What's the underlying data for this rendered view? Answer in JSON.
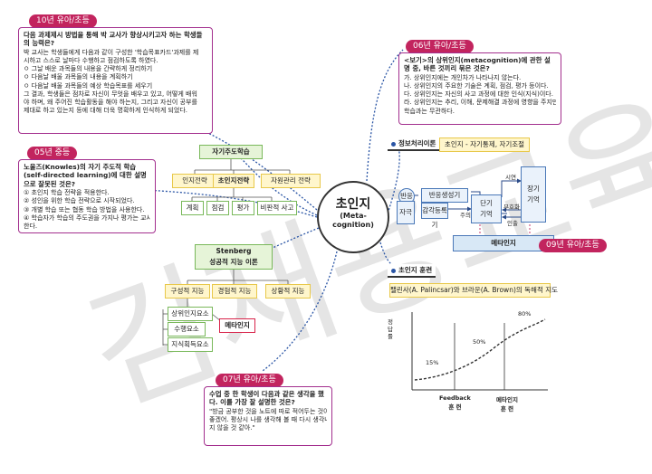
{
  "center": {
    "title": "초인지",
    "subtitle1": "(Meta-",
    "subtitle2": "cognition)"
  },
  "watermark": "김재용교육",
  "tags": {
    "t10": "10년 유아/초등",
    "t05": "05년 중등",
    "t07": "07년 유아/초등",
    "t06": "06년 유아/초등",
    "t09": "09년 유아/초등"
  },
  "q10": {
    "question": "다음 과제제시 방법을 통해 박 교사가 향상시키고자 하는 학생들의 능력은?",
    "lines": [
      "박 교사는 학생들에게 다음과 같이 구성한 '학습목표카드'과제를 제",
      "시하고 스스로 날마다 수행하고 점검하도록 하였다.",
      "ㅇ 그날 배운 과목들의 내용을 간략하게 정리하기",
      "ㅇ 다음날 배울 과목들의 내용을 계획하기",
      "ㅇ 다음날 배울 과목들의 예상 학습목표를 세우기",
      "그 결과, 학생들은 점차로 자신이 무엇을 배우고 있고, 어떻게 배워",
      "야 하며, 왜 주어진 학습활동을 해야 하는지, 그리고 자신이 공부를",
      "제대로 하고 있는지 등에 대해 더욱 명확하게 인식하게 되었다."
    ]
  },
  "q05": {
    "question": "노울즈(Knowles)의 자기 주도적 학습(self-directed learning)에 대한 설명으로 잘못된 것은?",
    "lines": [
      "① 초인지 학습 전략을 적용한다.",
      "② 성인을 위한 학습 전략으로 시작되었다.",
      "③ 개별 학습 또는 협동 학습 방법을 사용한다.",
      "④ 학습자가 학습의 주도권을 가지나 평가는 교사가",
      "   한다."
    ]
  },
  "q07": {
    "question": "수업 중 한 학생이 다음과 같은 생각을 했다. 이를 가장 잘 설명한 것은?",
    "lines": [
      "\"방금 공부한 것을 노트에 따로 적어두는 것이",
      "좋겠어. 평상시 나를 생각해 볼 때 다시 생각나",
      "지 않을 것 같아.\""
    ]
  },
  "q06": {
    "question": "<보기>의 상위인지(metacognition)에 관한 설명 중, 바른 것끼리 묶은 것은?",
    "lines": [
      "가. 상위인지에는 개인차가 나타나지 않는다.",
      "나. 상위인지의 주요한 기술은 계획, 점검, 평가 등이다.",
      "다. 상위인지는 자신의 사고 과정에 대한 인식(지식)이다.",
      "라. 상위인지는 추리, 이해, 문제해결 과정에 영향을 주지만,",
      "    학습과는 무관하다."
    ]
  },
  "self_directed": {
    "title": "자기주도학습",
    "items": [
      "인지전략",
      "초인지전략",
      "자원관리 전략"
    ],
    "sub": [
      "계획",
      "점검",
      "평가",
      "비판적 사고"
    ]
  },
  "sternberg": {
    "title1": "Stenberg",
    "title2": "성공적 지능 이론",
    "items": [
      "구성적 지능",
      "경험적 지능",
      "상황적 지능"
    ],
    "sub": [
      "상위인지요소",
      "수행요소",
      "지식획득요소"
    ],
    "meta": "메타인지"
  },
  "info": {
    "title": "정보처리이론",
    "label": "초인지 - 자기통제, 자기조절",
    "boxes": {
      "response": "반응",
      "resp_gen": "반응생성기",
      "stimulus": "자극",
      "sensory": "감각등록기",
      "short1": "단기",
      "short2": "기억",
      "long1": "장기",
      "long2": "기억",
      "meta": "메타인지"
    },
    "arrows": {
      "attention": "주의",
      "rehearsal": "시연",
      "encoding": "부호화",
      "retrieval": "인출"
    }
  },
  "training": {
    "title": "초인지 훈련",
    "desc": "팰린사(A. Palincsar)와 브라운(A. Brown)의 독해적 지도",
    "ylabel": "정답률",
    "points": [
      "15%",
      "50%",
      "80%"
    ],
    "xlabels": [
      {
        "a": "Feedback",
        "b": "훈 련"
      },
      {
        "a": "메타인지",
        "b": "훈 련"
      }
    ]
  }
}
